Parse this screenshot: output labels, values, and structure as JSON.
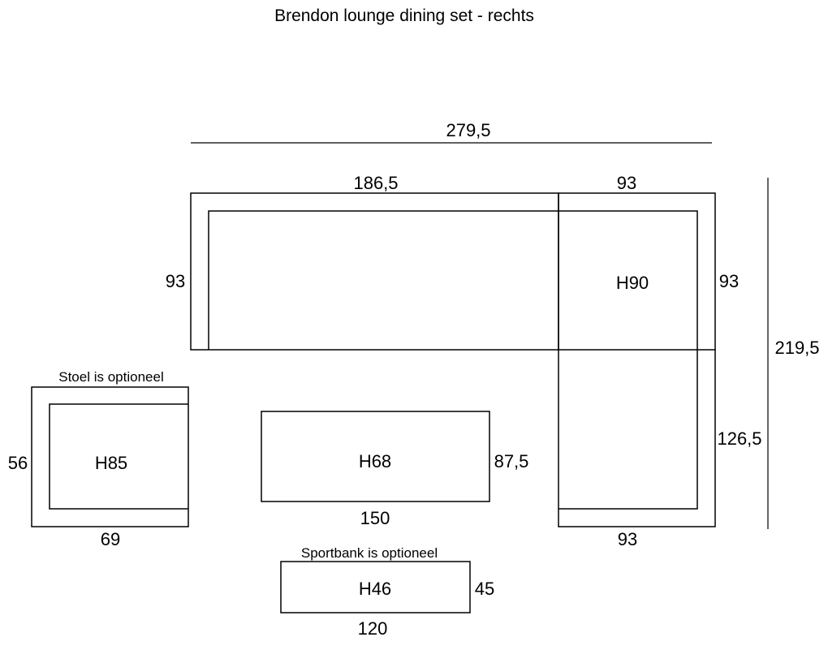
{
  "title": "Brendon lounge dining set - rechts",
  "overall": {
    "width": "279,5",
    "depth": "219,5"
  },
  "sofa": {
    "width_main": "186,5",
    "width_corner": "93",
    "depth_left": "93",
    "depth_right": "93",
    "height": "H90",
    "chaise_length": "126,5",
    "chaise_width": "93"
  },
  "chair": {
    "note": "Stoel is optioneel",
    "height": "H85",
    "depth": "56",
    "width": "69"
  },
  "table": {
    "height": "H68",
    "depth": "87,5",
    "width": "150"
  },
  "bench": {
    "note": "Sportbank is optioneel",
    "height": "H46",
    "depth": "45",
    "width": "120"
  },
  "colors": {
    "line": "#000000",
    "background": "#ffffff"
  }
}
